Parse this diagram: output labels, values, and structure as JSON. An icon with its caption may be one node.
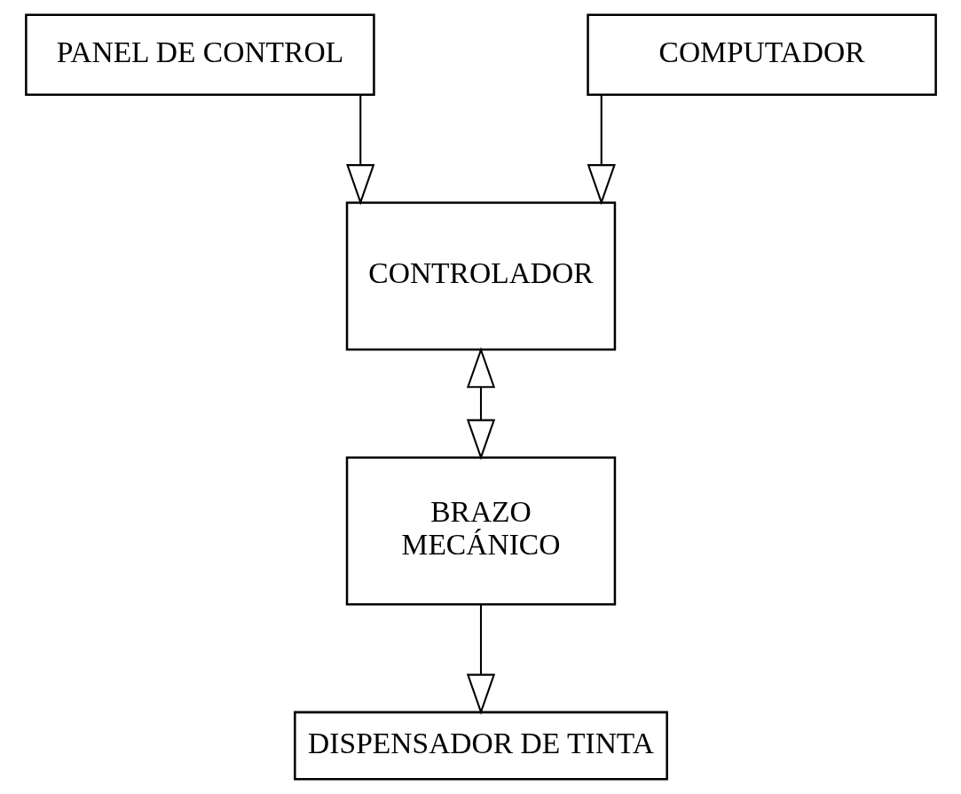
{
  "diagram": {
    "nodes": [
      {
        "text": [
          "PANEL DE CONTROL"
        ]
      },
      {
        "text": [
          "COMPUTADOR"
        ]
      },
      {
        "text": [
          "CONTROLADOR"
        ]
      },
      {
        "text": [
          "BRAZO MECÁNICO"
        ]
      },
      {
        "text": [
          "DISPENSADOR DE TINTA"
        ]
      }
    ],
    "edges": [
      {
        "from": 0,
        "to": 2,
        "arrow": "to"
      },
      {
        "from": 1,
        "to": 2,
        "arrow": "to"
      },
      {
        "from": 2,
        "to": 3,
        "arrow": "both"
      },
      {
        "from": 3,
        "to": 4,
        "arrow": "to"
      }
    ]
  }
}
